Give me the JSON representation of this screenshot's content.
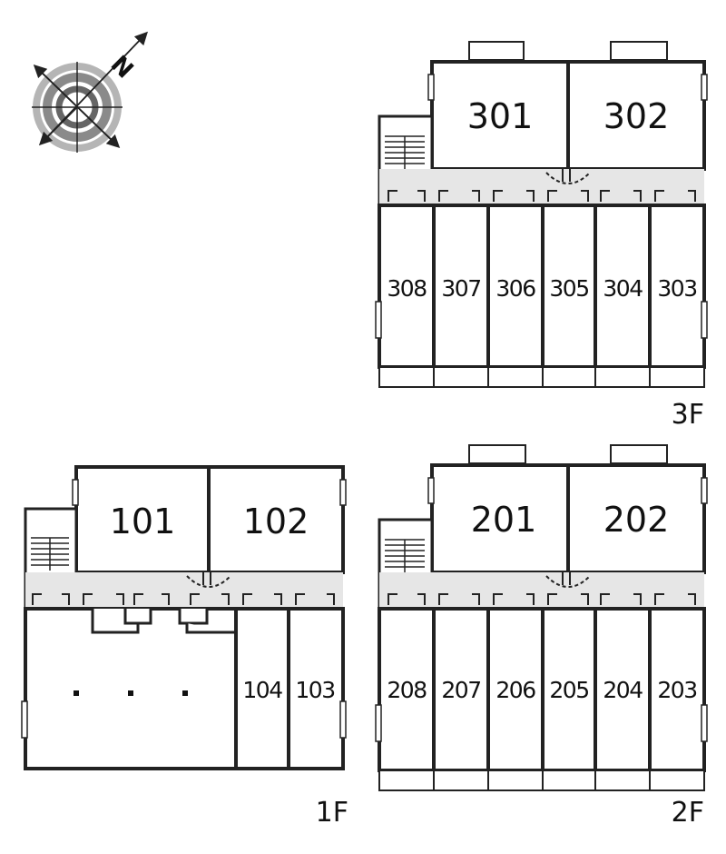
{
  "compass": {
    "north_letter": "N"
  },
  "floors": {
    "f3": {
      "label": "3F",
      "large_units": [
        "301",
        "302"
      ],
      "small_units": [
        "308",
        "307",
        "306",
        "305",
        "304",
        "303"
      ]
    },
    "f2": {
      "label": "2F",
      "large_units": [
        "201",
        "202"
      ],
      "small_units": [
        "208",
        "207",
        "206",
        "205",
        "204",
        "203"
      ]
    },
    "f1": {
      "label": "1F",
      "large_units": [
        "101",
        "102"
      ],
      "small_units": [
        "104",
        "103"
      ]
    }
  },
  "colors": {
    "wall": "#222222",
    "corridor": "#e6e6e6",
    "compass_gray": "#8a8a8a"
  }
}
